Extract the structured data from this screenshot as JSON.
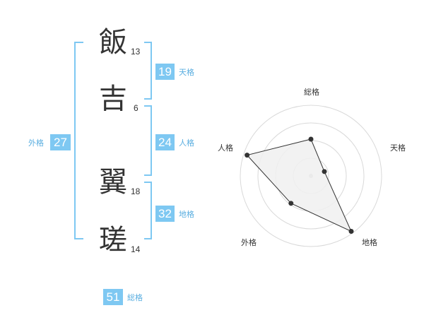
{
  "name": {
    "characters": [
      {
        "char": "飯",
        "strokes": "13"
      },
      {
        "char": "吉",
        "strokes": "6"
      },
      {
        "char": "翼",
        "strokes": "18"
      },
      {
        "char": "瑳",
        "strokes": "14"
      }
    ]
  },
  "fortunes": {
    "tenkaku": {
      "value": "19",
      "label": "天格"
    },
    "jinkaku": {
      "value": "24",
      "label": "人格"
    },
    "chikaku": {
      "value": "32",
      "label": "地格"
    },
    "gaikaku": {
      "value": "27",
      "label": "外格"
    },
    "soukaku": {
      "value": "51",
      "label": "総格"
    }
  },
  "colors": {
    "accent": "#7ec8f2",
    "accent_text": "#5aaee0",
    "radar_fill": "#f0f0f0",
    "radar_grid": "#d9d9d9"
  },
  "chart_data": {
    "type": "radar",
    "axes": [
      "総格",
      "天格",
      "地格",
      "外格",
      "人格"
    ],
    "values": [
      0.52,
      0.2,
      0.97,
      0.48,
      0.95
    ],
    "range": [
      0,
      1
    ],
    "grid_rings": 4
  }
}
